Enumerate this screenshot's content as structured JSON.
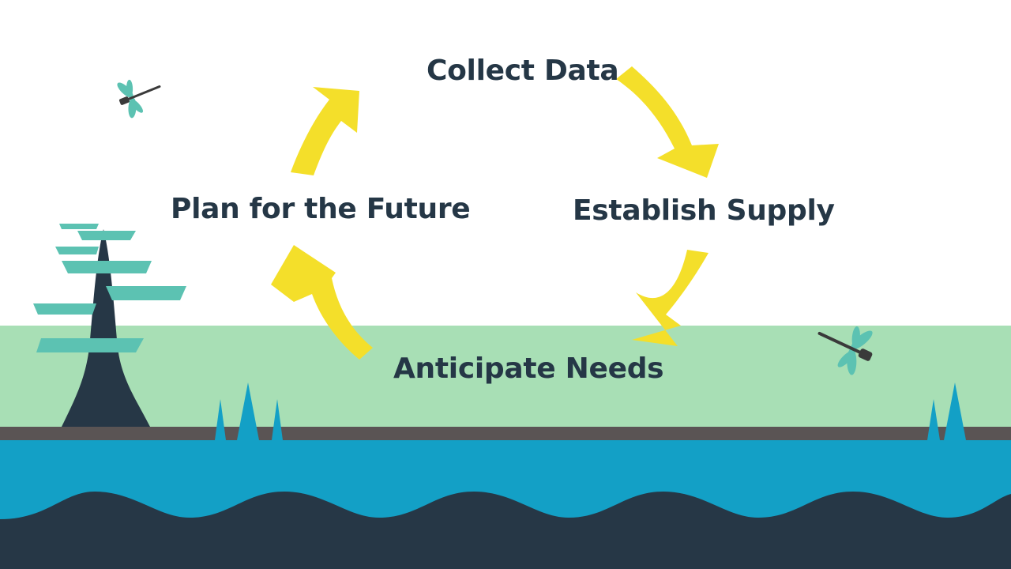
{
  "cycle": {
    "steps": [
      {
        "plain": "Collect ",
        "bold": "Data"
      },
      {
        "plain": "Establish ",
        "bold": "Supply"
      },
      {
        "plain": "Anticipate ",
        "bold": "Needs"
      },
      {
        "bold": "Plan",
        "plain": " for the Future"
      }
    ]
  },
  "colors": {
    "arrow": "#f4df2a",
    "ground": "#a8dfb5",
    "soil": "#5a5454",
    "water": "#13a0c6",
    "deep_water": "#263746",
    "tree_trunk": "#263746",
    "foliage": "#5cc2b2",
    "reeds": "#13a0c6",
    "text": "#253746"
  },
  "icons": [
    "dragonfly-icon",
    "cypress-tree-icon",
    "reed-icon",
    "cycle-arrow-icon"
  ]
}
